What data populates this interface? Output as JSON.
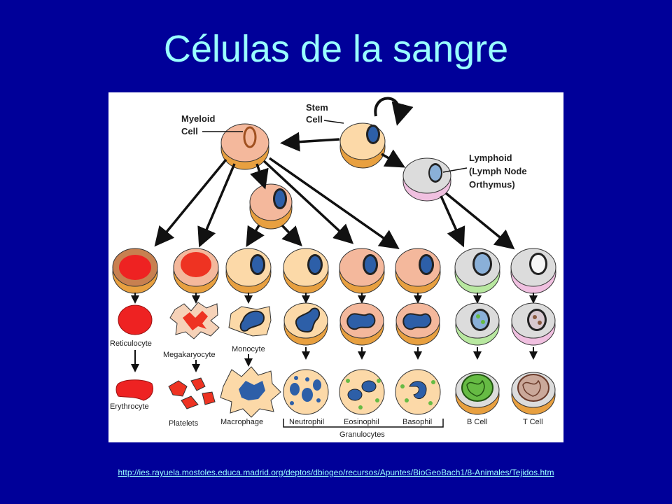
{
  "slide": {
    "title": "Células de la sangre",
    "source_url": "http://ies.rayuela.mostoles.educa.madrid.org/deptos/dbiogeo/recursos/Apuntes/BioGeoBach1/8-Animales/Tejidos.htm"
  },
  "diagram": {
    "labels": {
      "stem": [
        "Stem",
        "Cell"
      ],
      "myeloid": [
        "Myeloid",
        "Cell"
      ],
      "lymphoid": [
        "Lymphoid",
        "(Lymph Node",
        "Orthymus)"
      ],
      "reticulocyte": "Reticulocyte",
      "megakaryocyte": "Megakaryocyte",
      "monocyte": "Monocyte",
      "erythrocyte": "Erythrocyte",
      "platelets": "Platelets",
      "macrophage": "Macrophage",
      "neutrophil": "Neutrophil",
      "eosinophil": "Eosinophil",
      "basophil": "Basophil",
      "b_cell": "B Cell",
      "t_cell": "T Cell",
      "granulocytes": "Granulocytes"
    },
    "colors": {
      "myeloid_body": "#f4b89c",
      "stem_body": "#fcd9a8",
      "lymphoid_body": "#dcdcdc",
      "rim_orange": "#e8a040",
      "rim_green": "#b8e8a0",
      "rim_pink": "#f0c0e0",
      "nucleus_blue": "#2d5fa8",
      "red_cell": "#ee2222",
      "granule_green": "#66bb44"
    }
  }
}
